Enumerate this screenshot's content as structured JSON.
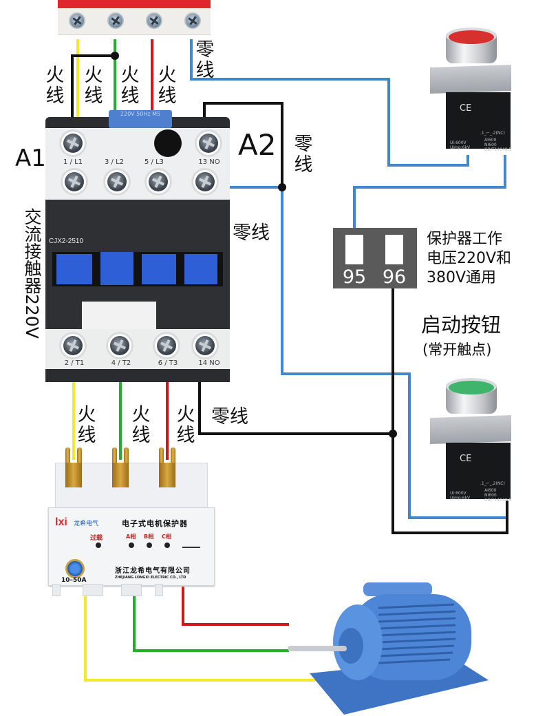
{
  "diagram": {
    "title": "Electronic motor protector with CJX2 contactor and start/stop push-button wiring",
    "breaker": {
      "name": "4-pole circuit breaker",
      "terminals": 4
    },
    "supply_labels": {
      "live_1": "火线",
      "live_2": "火线",
      "live_3": "火线",
      "live_4": "火线",
      "neutral_top": "零线"
    },
    "contactor": {
      "side_label": "交流接触器220V",
      "coil_voltage_plate": "220V 50Hz M5",
      "model": "CJX2-2510",
      "coil_terminal_a1": "A1",
      "coil_terminal_a2": "A2",
      "top_terminals": [
        "1 / L1",
        "3 / L2",
        "5 / L3",
        "13 NO"
      ],
      "bottom_terminals": [
        "2 / T1",
        "4 / T2",
        "6 / T3",
        "14 NO"
      ],
      "neutral_label_right": "零线",
      "neutral_label_mid": "零线"
    },
    "output_labels": {
      "live_1": "火线",
      "live_2": "火线",
      "live_3": "火线",
      "neutral_bottom": "零线"
    },
    "protector": {
      "brand_logo": "lxi",
      "brand_name": "龙希电气",
      "product_name": "电子式电机保护器",
      "overload_label": "过载",
      "phase_labels": [
        "A相",
        "B相",
        "C相"
      ],
      "current_range": "10–50A",
      "company_cn": "浙江龙希电气有限公司",
      "company_en": "ZHEJIANG LONGXI ELECTRIC CO., LTD",
      "aux_terminals": [
        "95",
        "96"
      ],
      "voltage_note": [
        "保护器工作",
        "电压220V和",
        "380V通用"
      ]
    },
    "stop_button": {
      "color": "#d7312f",
      "contact": "NC",
      "contact_text": ".1_⌐_.2(NC)",
      "rating": "Ui:600V Uimp:6kV",
      "standard": "AI600 NI600 GB/T14048.5"
    },
    "start_button": {
      "label": "启动按钮",
      "sublabel": "(常开触点)",
      "color": "#3fb56b",
      "contact_text": ".1_⌐_.2(NC)",
      "rating": "Ui:600V Uimp:6kV",
      "standard": "AI600 NI600 GB/T14048.5"
    },
    "motor": {
      "name": "three-phase motor",
      "color": "#4d86d6"
    },
    "wire_colors": {
      "phase_a": "#f2e92a",
      "phase_b": "#22b02a",
      "phase_c": "#d01818",
      "neutral": "#3f87cf",
      "control": "#111111"
    }
  }
}
